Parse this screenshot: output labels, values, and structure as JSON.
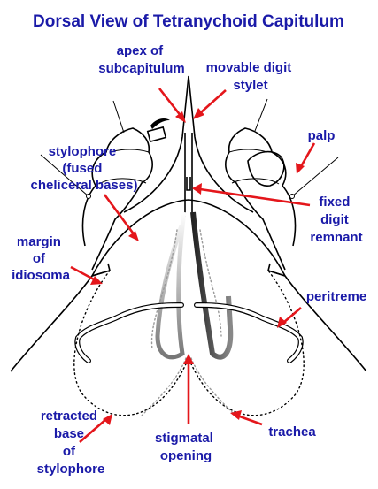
{
  "title": "Dorsal View of Tetranychoid Capitulum",
  "labels": {
    "apex": [
      "apex of",
      "subcapitulum"
    ],
    "movable": [
      "movable digit",
      "stylet"
    ],
    "palp": [
      "palp"
    ],
    "stylophore": [
      "stylophore",
      "(fused",
      "cheliceral bases)"
    ],
    "fixed": [
      "fixed",
      "digit",
      "remnant"
    ],
    "margin": [
      "margin",
      "of",
      "idiosoma"
    ],
    "peritreme": [
      "peritreme"
    ],
    "retracted": [
      "retracted",
      "base",
      "of",
      "stylophore"
    ],
    "stigmatal": [
      "stigmatal",
      "opening"
    ],
    "trachea": [
      "trachea"
    ]
  },
  "colors": {
    "label": "#1a1aa8",
    "arrow": "#e4161b",
    "outline": "#000000"
  }
}
